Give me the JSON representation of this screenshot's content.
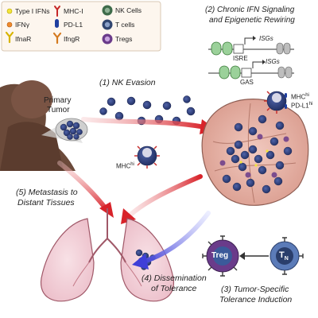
{
  "legend": {
    "items": [
      {
        "key": "type_i_ifns",
        "label": "Type I IFNs"
      },
      {
        "key": "ifng",
        "label": "IFNγ"
      },
      {
        "key": "ifnar",
        "label": "IfnaR"
      },
      {
        "key": "mhc_i",
        "label": "MHC-I"
      },
      {
        "key": "pd_l1",
        "label": "PD-L1"
      },
      {
        "key": "ifngr",
        "label": "IfngR"
      },
      {
        "key": "nk_cells",
        "label": "NK Cells"
      },
      {
        "key": "t_cells",
        "label": "T cells"
      },
      {
        "key": "tregs",
        "label": "Tregs"
      }
    ]
  },
  "steps": {
    "s1": "(1) NK Evasion",
    "s2_line1": "(2) Chronic IFN Signaling",
    "s2_line2": "and Epigenetic Rewiring",
    "s3_line1": "(3) Tumor-Specific",
    "s3_line2": "Tolerance Induction",
    "s4_line1": "(4) Dissemination",
    "s4_line2": "of Tolerance",
    "s5_line1": "(5) Metastasis to",
    "s5_line2": "Distant Tissues"
  },
  "labels": {
    "primary_tumor_line1": "Primary",
    "primary_tumor_line2": "Tumor",
    "mhc_hi_left": "MHC",
    "mhc_hi_left_sup": "hi",
    "mhc_hi_right": "MHC",
    "mhc_hi_right_sup": "hi",
    "pdl1_hi": "PD-L1",
    "pdl1_hi_sup": "hi",
    "isre": "ISRE",
    "gas": "GAS",
    "isgs_top": "ISGs",
    "isgs_bottom": "ISGs",
    "treg": "Treg",
    "tn": "T",
    "tn_sub": "N"
  },
  "colors": {
    "red_arrow": "#d8232a",
    "blue_arrow": "#3f3fd8",
    "tumor_cell": "#2f3f7a",
    "lymph_node": "#e6b0a6",
    "lung": "#f3d5dc",
    "skin": "#6b4a3a"
  }
}
